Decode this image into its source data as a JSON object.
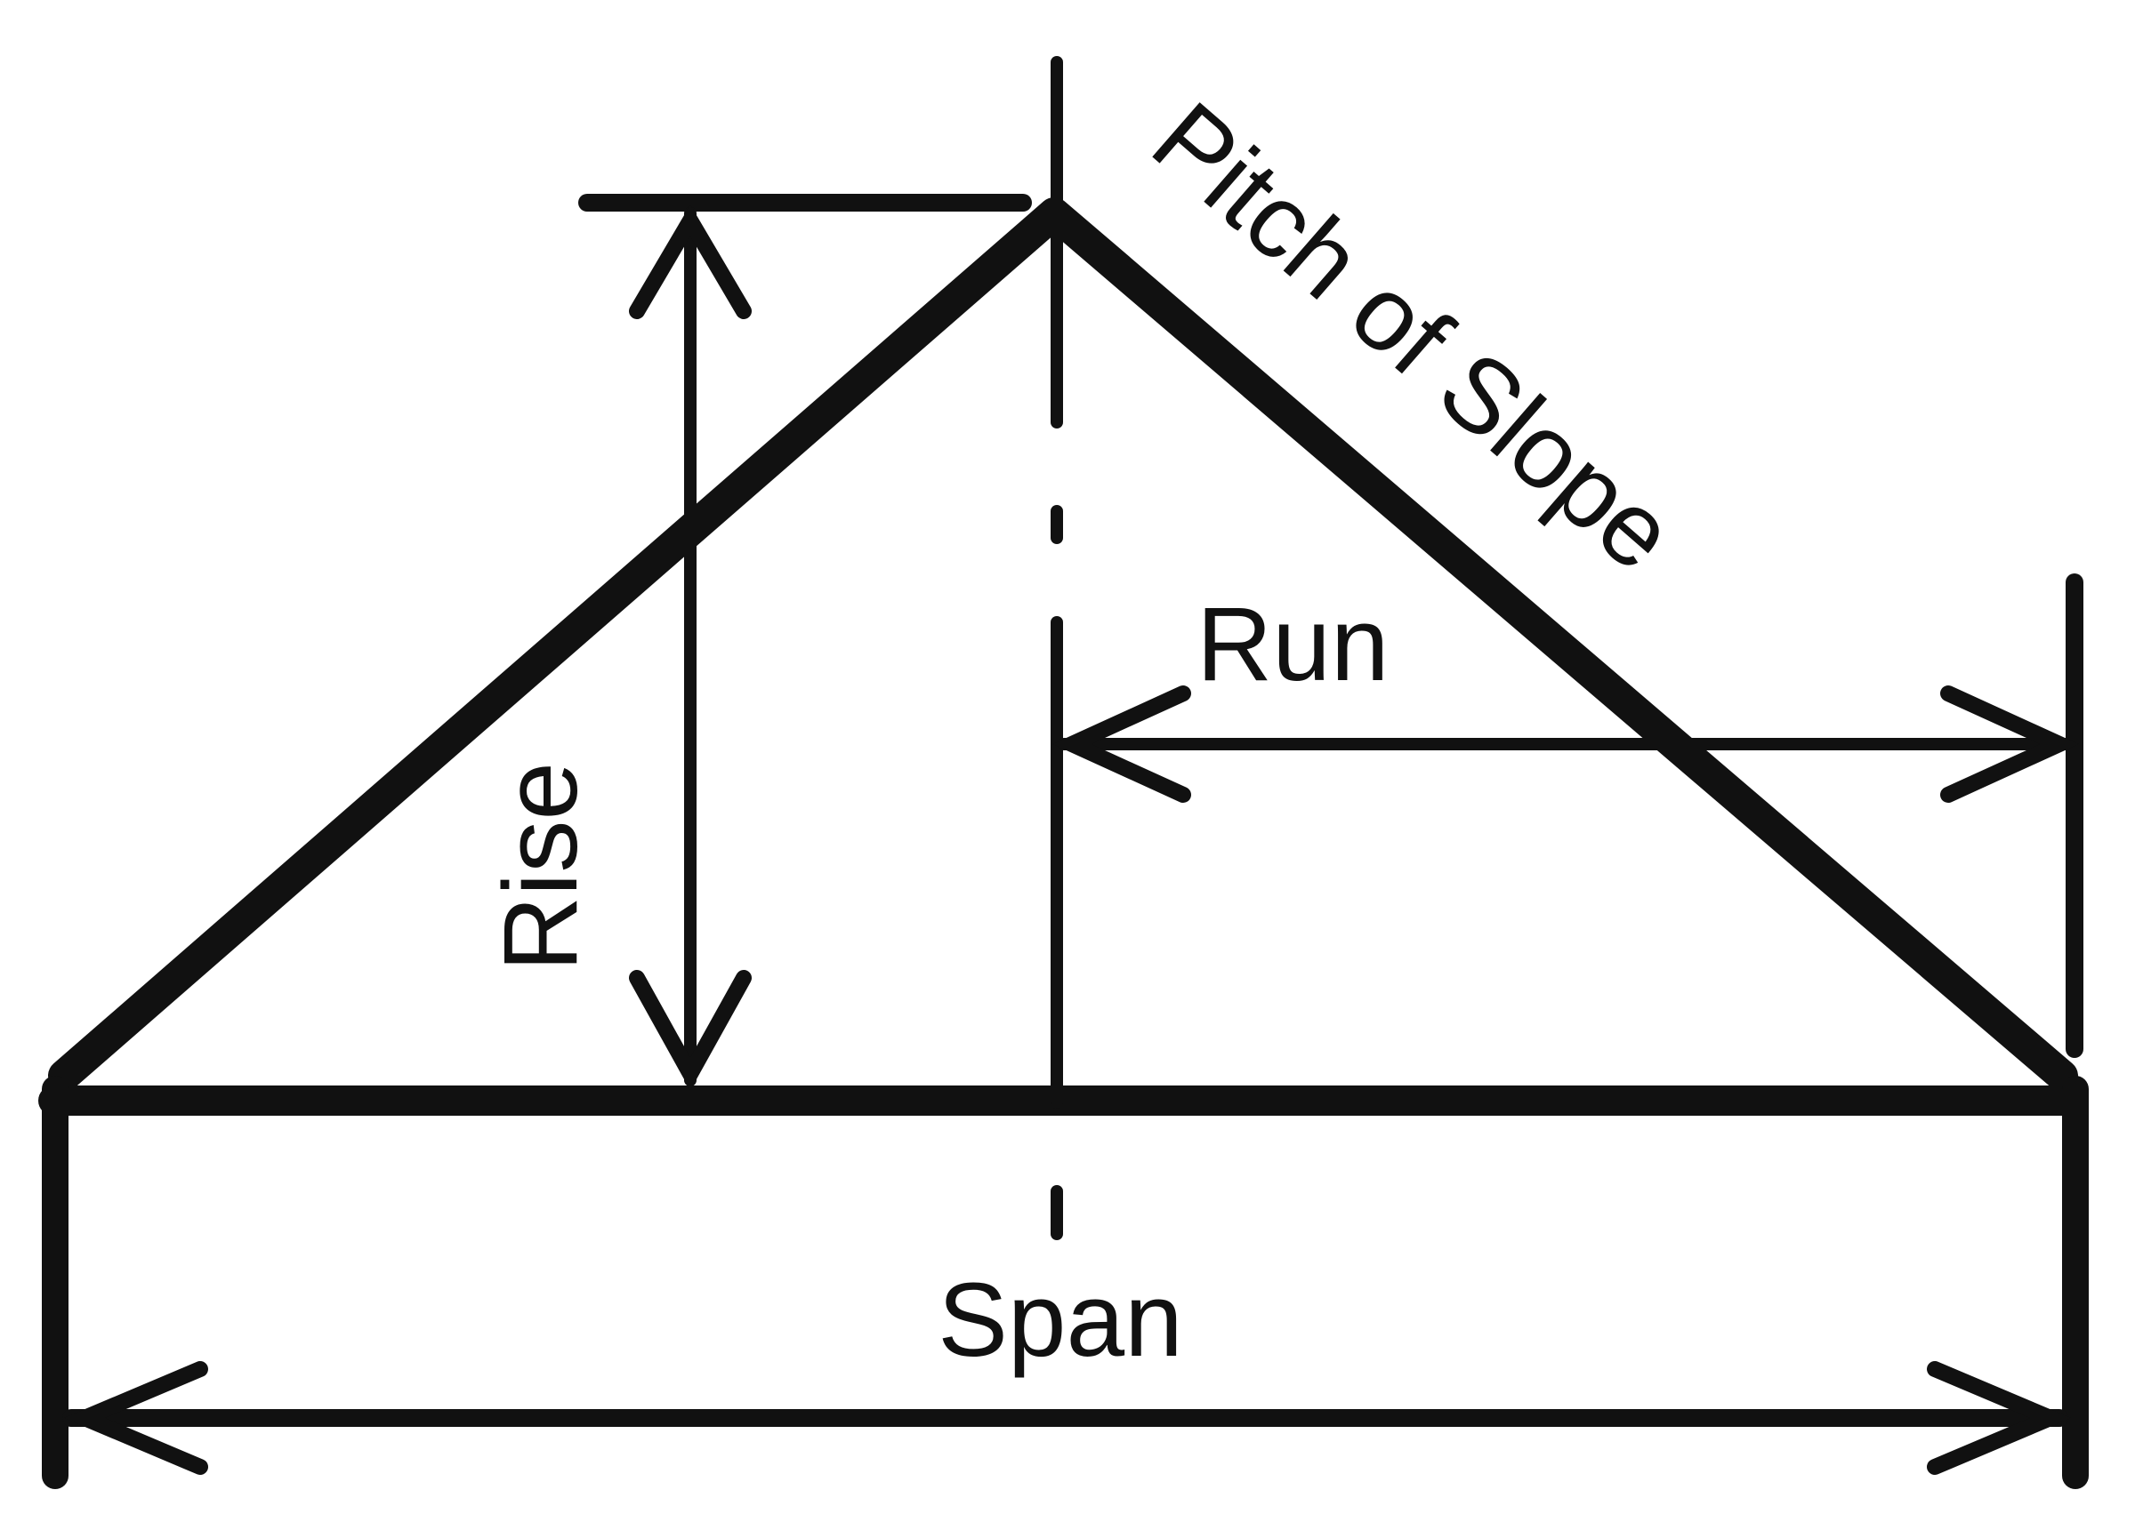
{
  "labels": {
    "pitch": "Pitch of Slope",
    "run": "Run",
    "rise": "Rise",
    "span": "Span"
  },
  "colors": {
    "ink": "#111111",
    "background": "#ffffff"
  }
}
